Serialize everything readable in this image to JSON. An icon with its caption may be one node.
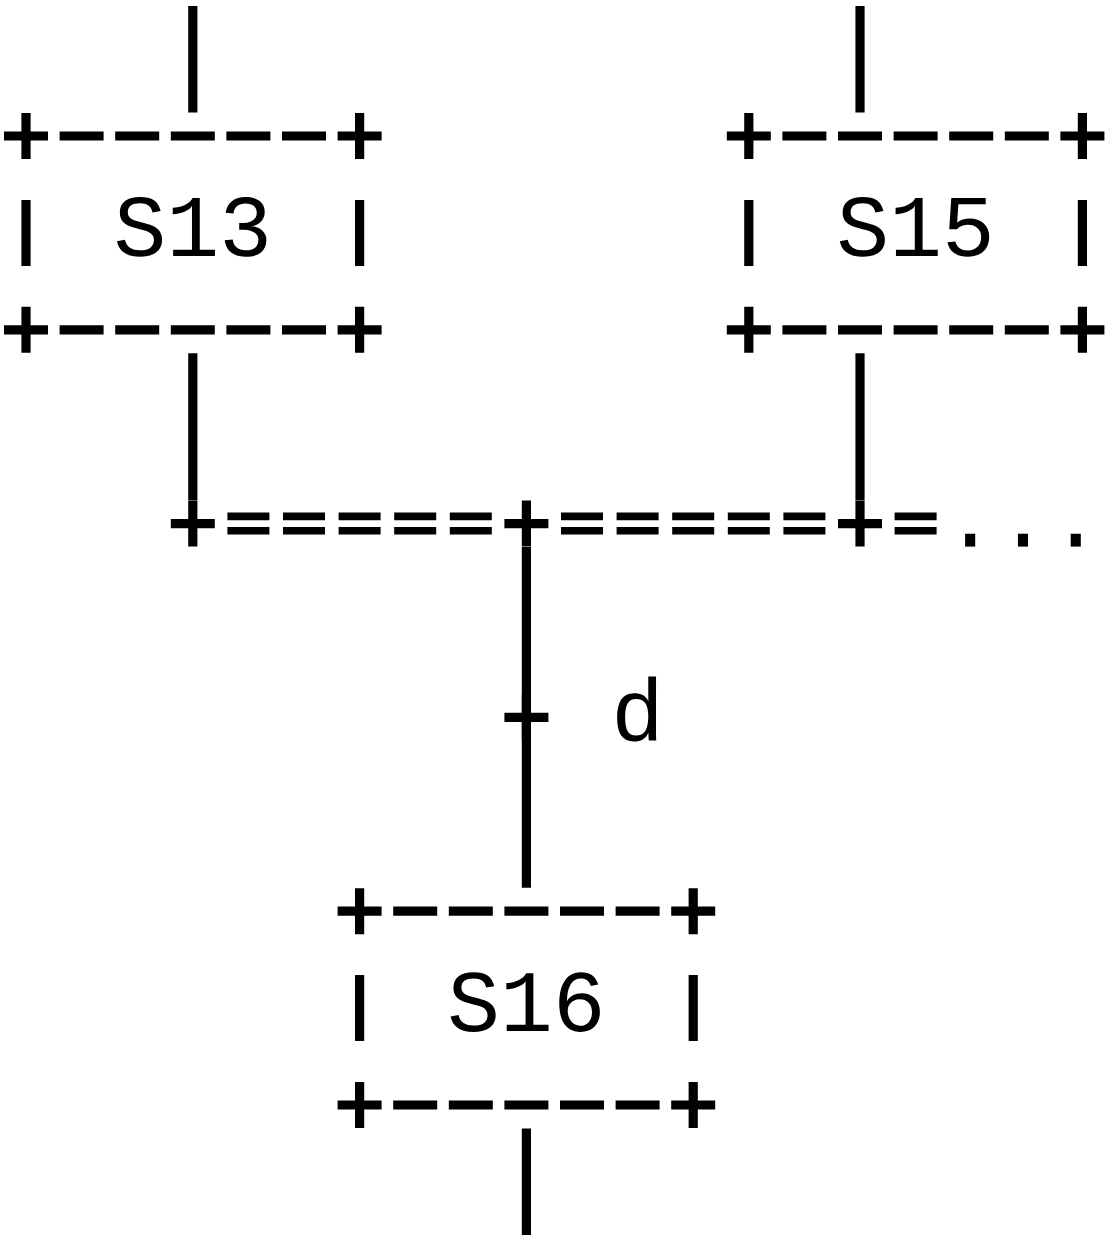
{
  "diagram": {
    "nodes": [
      {
        "text": [
          "S13"
        ]
      },
      {
        "text": [
          "S15"
        ]
      },
      {
        "text": [],
        "shape": "bar"
      },
      {
        "text": [
          "S16"
        ]
      }
    ],
    "edges": [
      {
        "from": null,
        "to": 0,
        "arrow": "none"
      },
      {
        "from": null,
        "to": 1,
        "arrow": "none"
      },
      {
        "from": 0,
        "to": 2,
        "arrow": "none"
      },
      {
        "from": 1,
        "to": 2,
        "arrow": "none"
      },
      {
        "from": 2,
        "to": 3,
        "arrow": "none",
        "label": "d"
      },
      {
        "from": 3,
        "to": null,
        "arrow": "none"
      }
    ],
    "labels": [
      "..."
    ]
  }
}
